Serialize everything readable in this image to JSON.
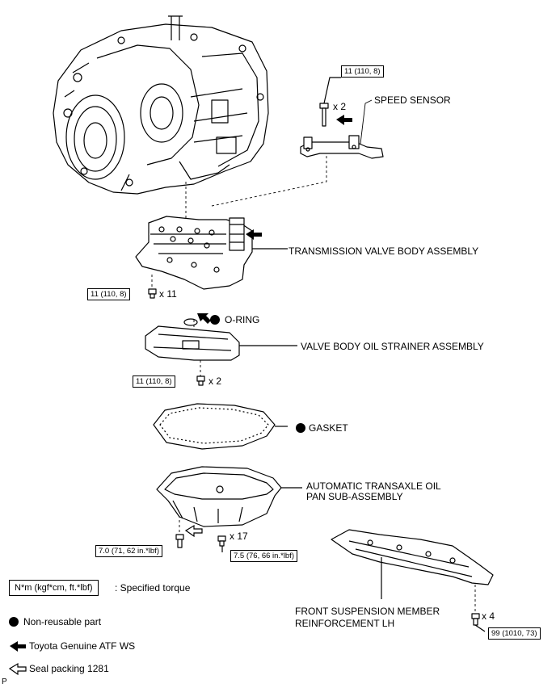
{
  "parts": {
    "speed_sensor": "SPEED SENSOR",
    "valve_body": "TRANSMISSION VALVE BODY ASSEMBLY",
    "o_ring": "O-RING",
    "strainer": "VALVE BODY OIL STRAINER ASSEMBLY",
    "gasket": "GASKET",
    "oil_pan_line1": "AUTOMATIC TRANSAXLE OIL",
    "oil_pan_line2": "PAN SUB-ASSEMBLY",
    "reinforcement_line1": "FRONT SUSPENSION MEMBER",
    "reinforcement_line2": "REINFORCEMENT LH"
  },
  "torques": {
    "speed_sensor_bolt": "11 (110, 8)",
    "valve_body_bolt": "11 (110, 8)",
    "strainer_bolt": "11 (110, 8)",
    "drain_plug": "7.0 (71, 62 in.*lbf)",
    "oil_pan_bolt": "7.5 (76, 66 in.*lbf)",
    "reinforcement_bolt": "99 (1010, 73)"
  },
  "quantities": {
    "speed_sensor_bolt": "x 2",
    "valve_body_bolt": "x 11",
    "strainer_bolt": "x 2",
    "oil_pan_bolt": "x 17",
    "reinforcement_bolt": "x 4"
  },
  "legend": {
    "torque_unit": "N*m (kgf*cm, ft.*lbf)",
    "torque_desc": ": Specified torque",
    "non_reusable": "Non-reusable part",
    "atf": "Toyota Genuine ATF WS",
    "seal": "Seal packing 1281"
  },
  "footer": {
    "code": "P"
  }
}
